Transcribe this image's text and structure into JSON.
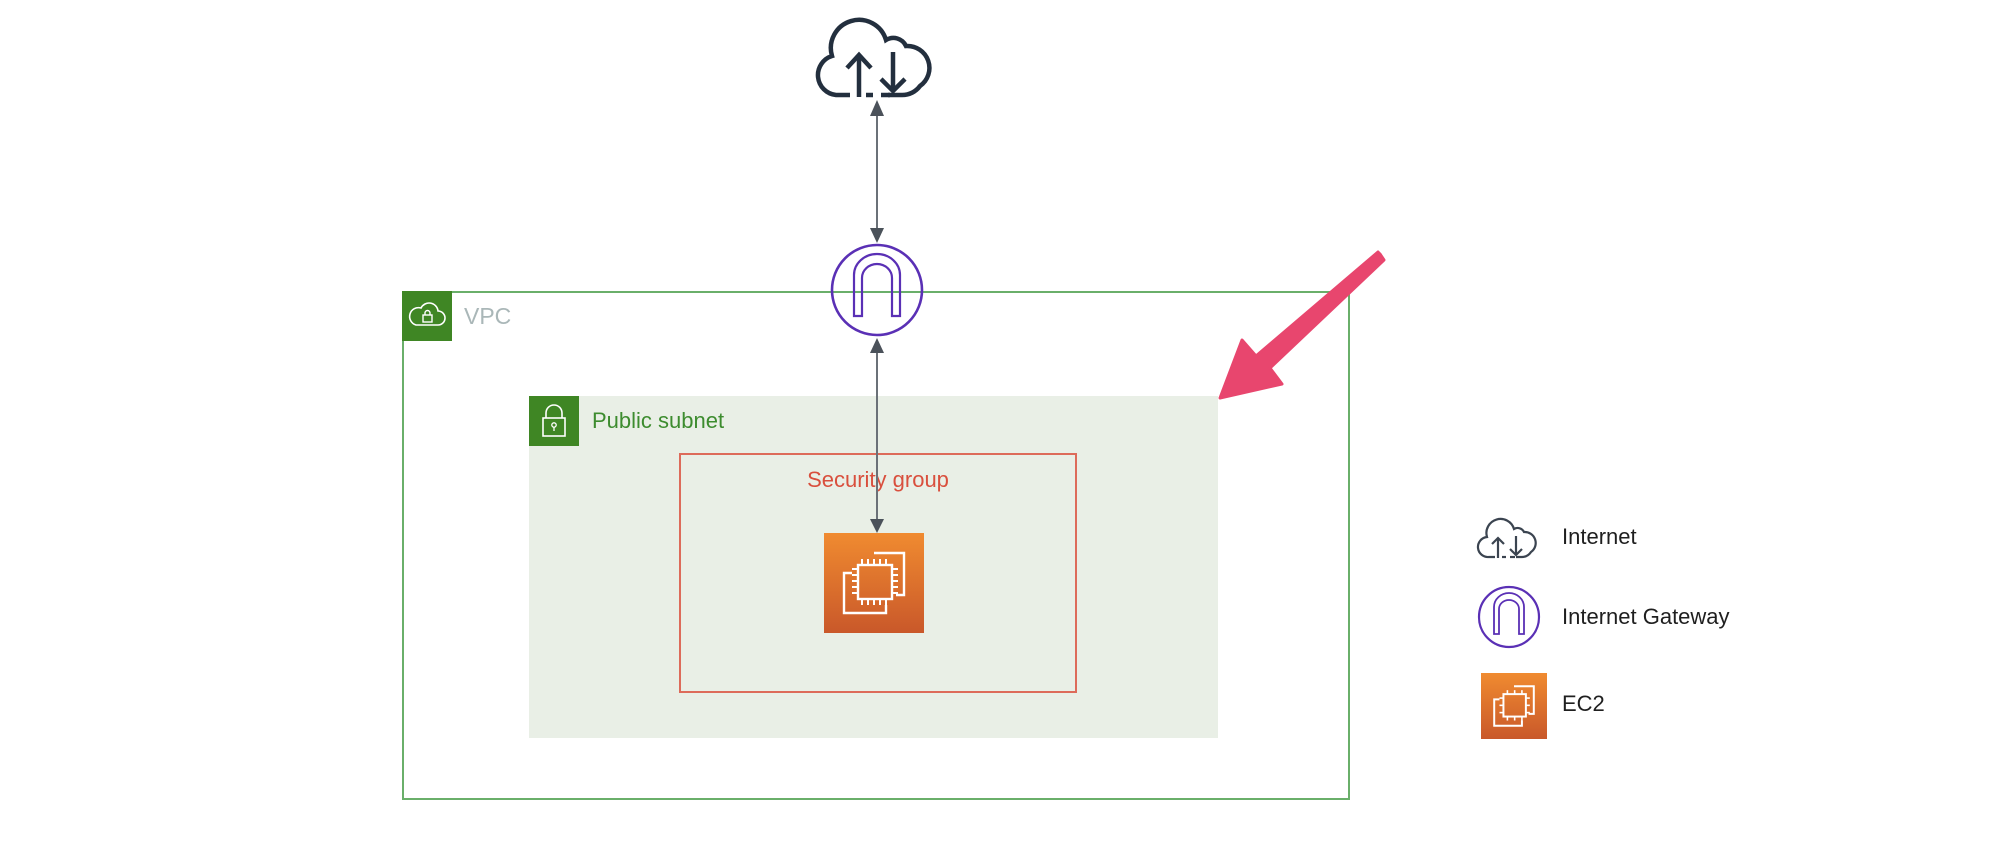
{
  "diagram": {
    "title": "AWS VPC with public subnet",
    "nodes": {
      "internet": {
        "label": "Internet",
        "icon": "cloud-upload-download-icon"
      },
      "gateway": {
        "label": "Internet Gateway",
        "icon": "internet-gateway-icon",
        "color": "#5a30b5"
      },
      "ec2": {
        "label": "EC2",
        "icon": "ec2-instance-icon",
        "color": "#e07b2c"
      }
    },
    "groups": {
      "vpc": {
        "label": "VPC",
        "icon": "vpc-cloud-lock-icon",
        "color": "#3f8624"
      },
      "subnet": {
        "label": "Public subnet",
        "icon": "padlock-icon",
        "color": "#3f8624"
      },
      "security_group": {
        "label": "Security group",
        "color": "#dd6b5a"
      }
    },
    "edges": [
      {
        "from": "internet",
        "to": "gateway",
        "bidirectional": true
      },
      {
        "from": "gateway",
        "to": "ec2",
        "bidirectional": true
      }
    ],
    "annotation": {
      "type": "callout-arrow",
      "points_to": "subnet",
      "color": "#e8466e"
    }
  },
  "legend": {
    "items": [
      {
        "label": "Internet",
        "icon": "cloud-upload-download-icon"
      },
      {
        "label": "Internet Gateway",
        "icon": "internet-gateway-icon"
      },
      {
        "label": "EC2",
        "icon": "ec2-instance-icon"
      }
    ]
  }
}
